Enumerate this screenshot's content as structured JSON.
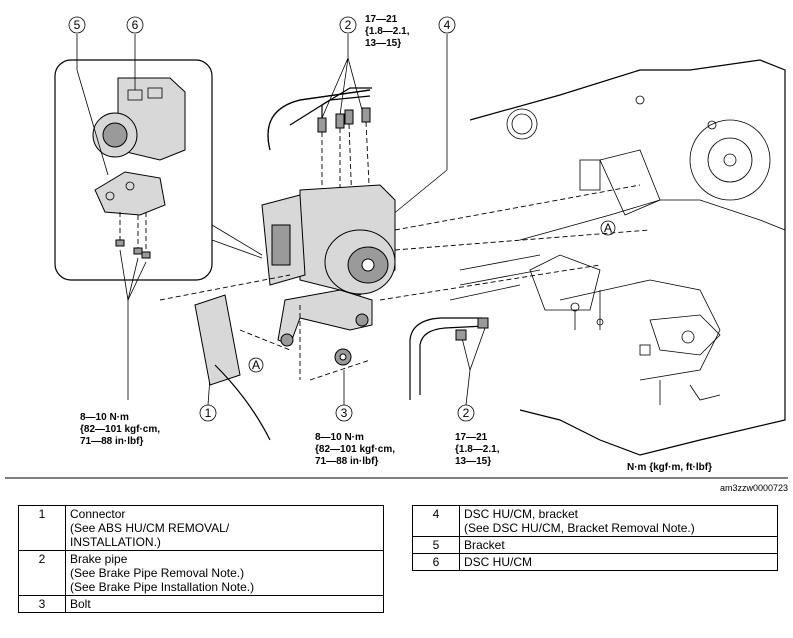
{
  "callouts": {
    "c1": "1",
    "c2_top": "2",
    "c2_bottom": "2",
    "c3": "3",
    "c4": "4",
    "c5": "5",
    "c6": "6",
    "A_left": "A",
    "A_right": "A"
  },
  "torque": {
    "pipe_top": [
      "17—21",
      "{1.8—2.1,",
      "13—15}"
    ],
    "pipe_bottom": [
      "17—21",
      "{1.8—2.1,",
      "13—15}"
    ],
    "bracket_bolts": [
      "8—10 N·m",
      "{82—101 kgf·cm,",
      "71—88 in·lbf}"
    ],
    "bolt3": [
      "8—10 N·m",
      "{82—101 kgf·cm,",
      "71—88 in·lbf}"
    ]
  },
  "units_note": "N·m {kgf·m, ft·lbf}",
  "figure_code": "am3zzw0000723",
  "legend": {
    "left": [
      {
        "num": "1",
        "text": "Connector\n(See ABS HU/CM REMOVAL/\nINSTALLATION.)"
      },
      {
        "num": "2",
        "text": "Brake pipe\n(See Brake Pipe Removal Note.)\n(See Brake Pipe Installation Note.)"
      },
      {
        "num": "3",
        "text": "Bolt"
      }
    ],
    "right": [
      {
        "num": "4",
        "text": "DSC HU/CM, bracket\n(See DSC HU/CM, Bracket Removal Note.)"
      },
      {
        "num": "5",
        "text": "Bracket"
      },
      {
        "num": "6",
        "text": "DSC HU/CM"
      }
    ]
  }
}
